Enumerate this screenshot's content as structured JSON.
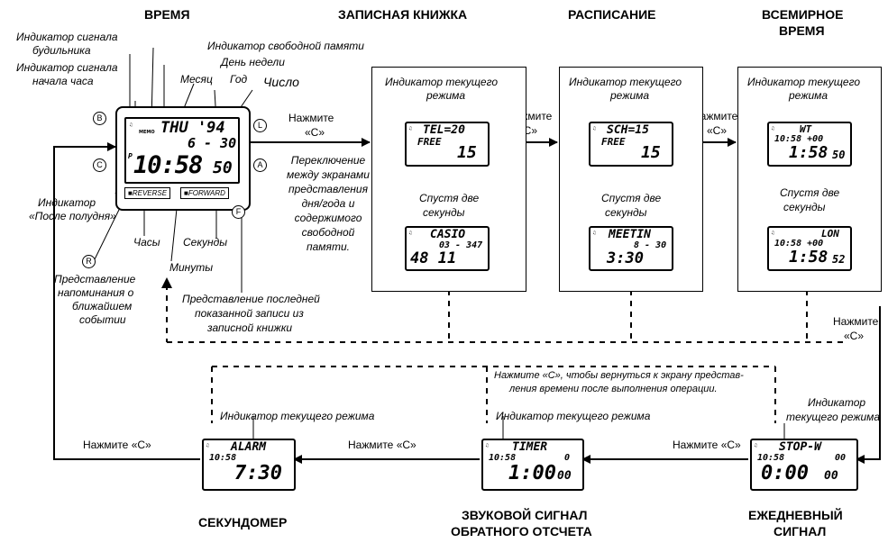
{
  "headers": {
    "time": "ВРЕМЯ",
    "notebook": "ЗАПИСНАЯ КНИЖКА",
    "schedule": "РАСПИСАНИЕ",
    "world_time_1": "ВСЕМИРНОЕ",
    "world_time_2": "ВРЕМЯ",
    "stopwatch": "СЕКУНДОМЕР",
    "countdown_1": "ЗВУКОВОЙ СИГНАЛ",
    "countdown_2": "ОБРАТНОГО ОТСЧЕТА",
    "daily_1": "ЕЖЕДНЕВНЫЙ",
    "daily_2": "СИГНАЛ"
  },
  "labels": {
    "alarm_ind_1": "Индикатор сигнала",
    "alarm_ind_2": "будильника",
    "hourly_ind_1": "Индикатор сигнала",
    "hourly_ind_2": "начала часа",
    "free_mem_ind": "Индикатор свободной памяти",
    "weekday": "День недели",
    "month": "Месяц",
    "year": "Год",
    "day": "Число",
    "pm_ind_1": "Индикатор",
    "pm_ind_2": "«После полудня»",
    "hours": "Часы",
    "seconds": "Секунды",
    "minutes": "Минуты",
    "reminder_1": "Представление",
    "reminder_2": "напоминания о",
    "reminder_3": "ближайшем",
    "reminder_4": "событии",
    "lastrec_1": "Представление последней",
    "lastrec_2": "показанной записи из",
    "lastrec_3": "записной книжки",
    "switch_1": "Переключение",
    "switch_2": "между экранами",
    "switch_3": "представления",
    "switch_4": "дня/года и",
    "switch_5": "содержимого",
    "switch_6": "свободной",
    "switch_7": "памяти.",
    "mode_ind_1": "Индикатор текущего",
    "mode_ind_2": "режима",
    "two_sec_1": "Спустя две",
    "two_sec_2": "секунды",
    "mode_ind_inline": "Индикатор текущего режима",
    "daily_ind_1": "Индикатор",
    "daily_ind_2": "текущего режима",
    "return_note_1": "Нажмите «C», чтобы вернуться к экрану представ-",
    "return_note_2": "ления времени после выполнения операции.",
    "press_1": "Нажмите",
    "press_2": "«C»",
    "press_inline": "Нажмите «C»"
  },
  "buttons": {
    "B": "B",
    "C": "C",
    "L": "L",
    "A": "A",
    "R": "R",
    "F": "F"
  },
  "watch": {
    "line1": "THU '94",
    "line2": "6 - 30",
    "time": "10:58",
    "sec": "50",
    "pm": "P",
    "memo": "MEMO",
    "rev": "■REVERSE",
    "fwd": "■FORWARD"
  },
  "screens": {
    "tel_top": "TEL=20",
    "tel_mid": "FREE",
    "tel_bot": "15",
    "casio_top": "CASIO",
    "casio_mid": "03 - 347",
    "casio_bot": "48 11",
    "sch_top": "SCH=15",
    "sch_mid": "FREE",
    "sch_bot": "15",
    "meet_top": "MEETIN",
    "meet_mid": "8 - 30",
    "meet_bot": "3:30",
    "wt_top": "WT",
    "wt_mid": "10:58 +00",
    "wt_bot": "1:58",
    "wt_sec": "50",
    "lon_top": "LON",
    "lon_mid": "10:58 +00",
    "lon_bot": "1:58",
    "lon_sec": "52",
    "alarm_top": "ALARM",
    "alarm_mid": "10:58",
    "alarm_bot": "7:30",
    "timer_top": "TIMER",
    "timer_mid": "10:58",
    "timer_mid_r": "0",
    "timer_bot": "1:00",
    "timer_sec": "00",
    "stop_top": "STOP-W",
    "stop_mid": "10:58",
    "stop_mid_r": "00",
    "stop_bot": "0:00",
    "stop_sec": "00"
  }
}
